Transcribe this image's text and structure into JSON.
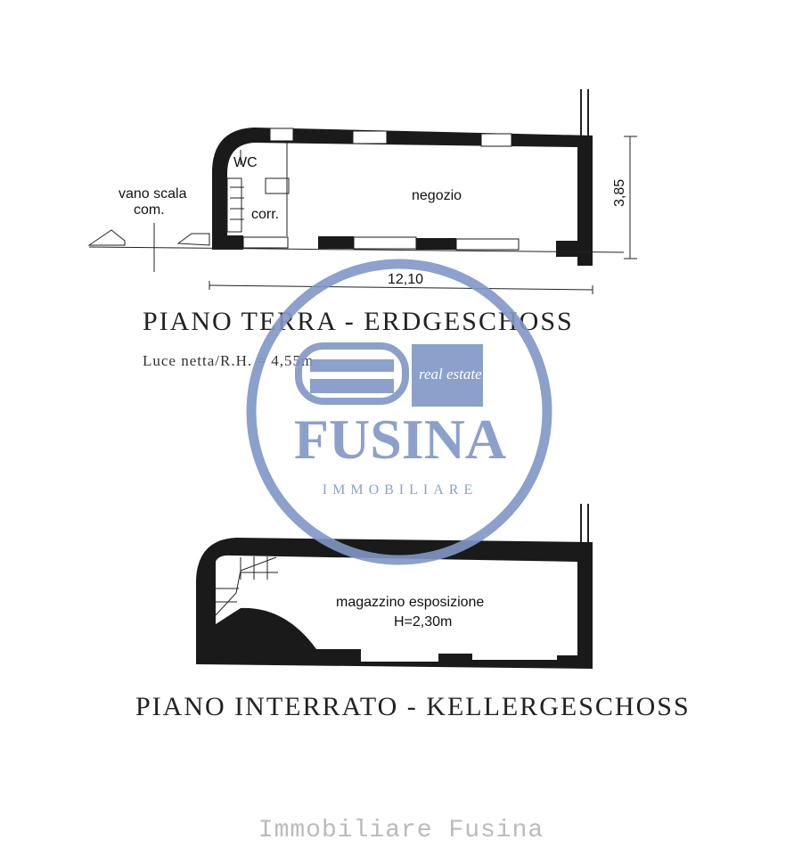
{
  "ground_floor": {
    "rooms": {
      "stair": "vano scala",
      "stair2": "com.",
      "wc": "WC",
      "corridor": "corr.",
      "shop": "negozio"
    },
    "dim_width": "12,10",
    "dim_depth": "3,85",
    "title": "PIANO TERRA - ERDGESCHOSS",
    "clear_height": "Luce netta/R.H.  =  4,55m"
  },
  "basement": {
    "room": "magazzino esposizione",
    "room_height": "H=2,30m",
    "title": "PIANO INTERRATO - KELLERGESCHOSS"
  },
  "watermark": {
    "brand": "FUSINA",
    "sub": "IMMOBILIARE",
    "badge": "real estate",
    "color": "#7f97c6"
  },
  "footer": "Immobiliare Fusina"
}
